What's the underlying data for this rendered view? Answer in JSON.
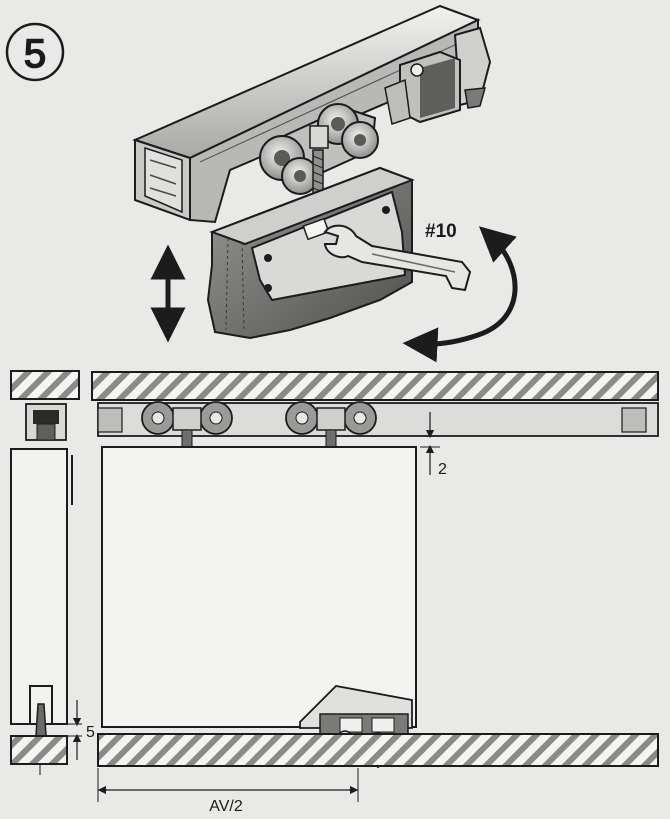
{
  "diagram": {
    "step_number": "5",
    "wrench_label": "#10",
    "gap_top_label": "2",
    "gap_bottom_label": "5",
    "offset_label": "AV/2"
  },
  "colors": {
    "background": "#e9e9e7",
    "line": "#1c1c1c",
    "hatch": "#7a7a7a",
    "metal_light": "#d4d4d2",
    "metal_dark": "#8b8b89"
  }
}
